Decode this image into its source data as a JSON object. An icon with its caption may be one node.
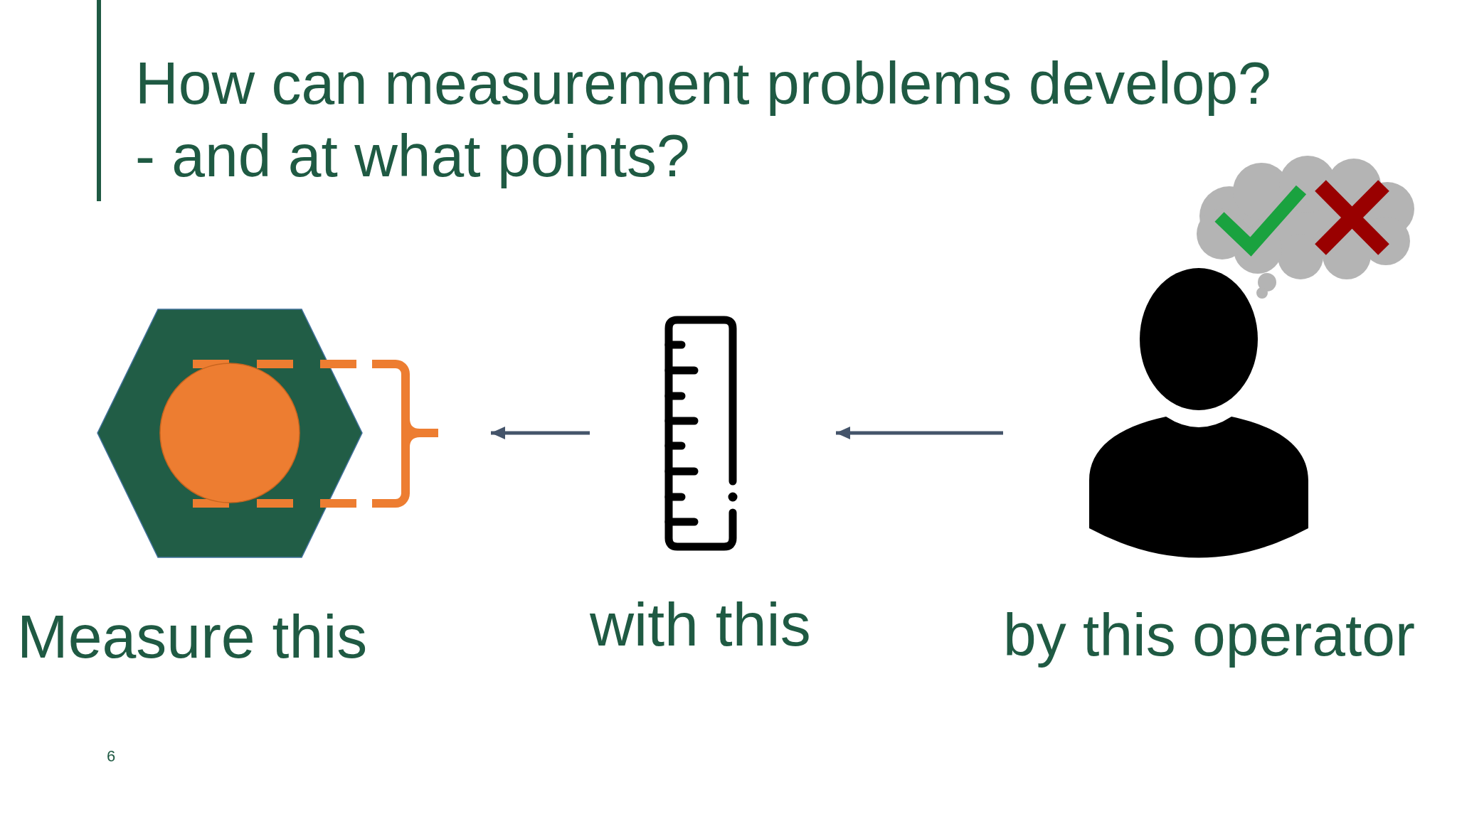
{
  "diagram": {
    "title": "How can measurement problems develop? - and at what points?",
    "nodes": [
      {
        "text": [],
        "shape": "picture",
        "beside": [
          "Measure this"
        ]
      },
      {
        "text": [],
        "shape": "picture",
        "beside": [
          "with this"
        ]
      },
      {
        "text": [],
        "shape": "person",
        "beside": [
          "by this operator"
        ]
      }
    ],
    "edges": [
      {
        "from": 1,
        "to": 0,
        "arrow": "to"
      },
      {
        "from": 2,
        "to": 1,
        "arrow": "to"
      }
    ],
    "labels": [
      "6"
    ]
  }
}
